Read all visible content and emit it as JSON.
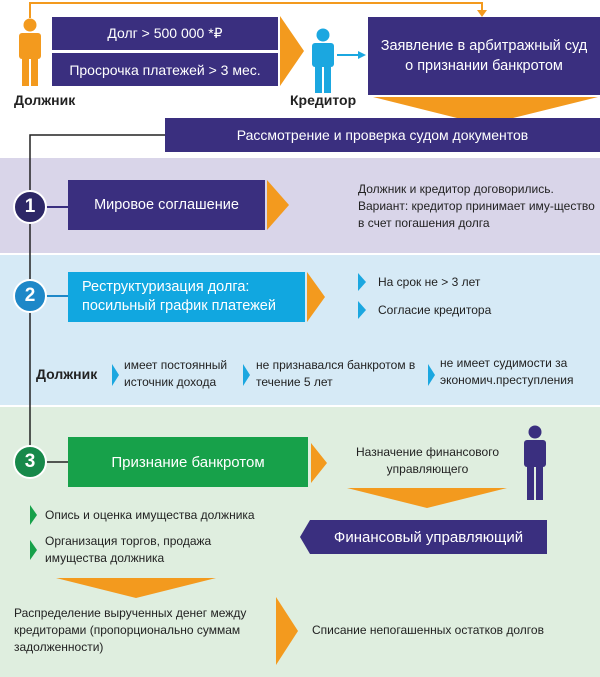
{
  "header": {
    "debtor_label": "Должник",
    "creditor_label": "Кредитор",
    "condition_debt": "Долг > 500 000 *₽",
    "condition_overdue": "Просрочка платежей > 3 мес.",
    "application": "Заявление в арбитражный суд о признании банкротом",
    "review": "Рассмотрение и проверка судом документов"
  },
  "step1": {
    "number": "1",
    "title": "Мировое соглашение",
    "description": "Должник и кредитор договорились. Вариант: кредитор принимает иму-щество в счет погашения долга"
  },
  "step2": {
    "number": "2",
    "title": "Реструктуризация долга: посильный график платежей",
    "bullets": [
      "На срок не > 3 лет",
      "Согласие кредитора"
    ],
    "debtor_label": "Должник",
    "requirements": [
      "имеет постоянный источник дохода",
      "не признавался банкротом в течение 5 лет",
      "не имеет судимости за экономич.преступления"
    ]
  },
  "step3": {
    "number": "3",
    "title": "Признание банкротом",
    "appointment": "Назначение финансового управляющего",
    "manager": "Финансовый управляющий",
    "bullets": [
      "Опись и оценка имущества должника",
      "Организация торгов, продажа имущества должника"
    ],
    "distribution": "Распределение вырученных денег между кредиторами (пропорционально суммам задолженности)",
    "writeoff": "Списание непогашенных остатков долгов"
  },
  "colors": {
    "navy": "#3a2f7f",
    "orange": "#f39a1e",
    "blue": "#1ba7e0",
    "green": "#17a14a",
    "step1_bg": "#d9d5e9",
    "step2_bg": "#d6eaf6",
    "step3_bg": "#dfeedf"
  }
}
